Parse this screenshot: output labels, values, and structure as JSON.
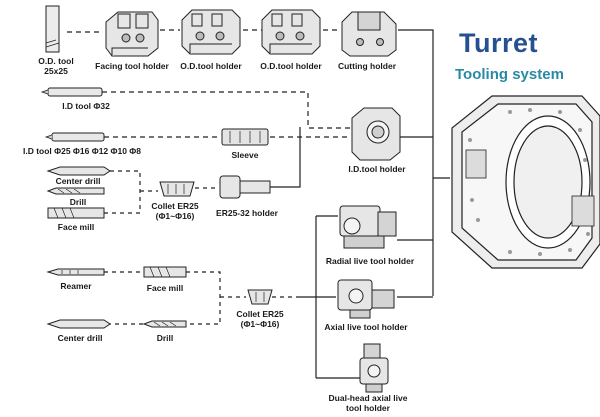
{
  "title": {
    "line1": "Turret",
    "line2": "Tooling system"
  },
  "colors": {
    "title_primary": "#26508f",
    "title_secondary": "#2a8aa6",
    "line": "#222222",
    "part_fill": "#e4e4e4"
  },
  "labels": {
    "od_tool": [
      "O.D. tool",
      "25x25"
    ],
    "facing_tool_holder": "Facing tool holder",
    "od_tool_holder_1": "O.D.tool holder",
    "od_tool_holder_2": "O.D.tool holder",
    "cutting_holder": "Cutting holder",
    "id_tool_32": "I.D tool Φ32",
    "id_tool_set": "I.D tool Φ25 Φ16 Φ12 Φ10 Φ8",
    "sleeve": "Sleeve",
    "id_tool_holder": "I.D.tool holder",
    "center_drill_1": "Center drill",
    "drill_1": "Drill",
    "face_mill_1": "Face mill",
    "collet_er25_1": [
      "Collet ER25",
      "(Φ1~Φ16)"
    ],
    "er25_32_holder": "ER25-32 holder",
    "radial_live_tool_holder": "Radial live tool holder",
    "reamer": "Reamer",
    "face_mill_2": "Face mill",
    "collet_er25_2": [
      "Collet ER25",
      "(Φ1~Φ16)"
    ],
    "axial_live_tool_holder": "Axial live tool holder",
    "center_drill_2": "Center drill",
    "drill_2": "Drill",
    "dual_head_holder": [
      "Dual-head axial live",
      "tool holder"
    ]
  }
}
